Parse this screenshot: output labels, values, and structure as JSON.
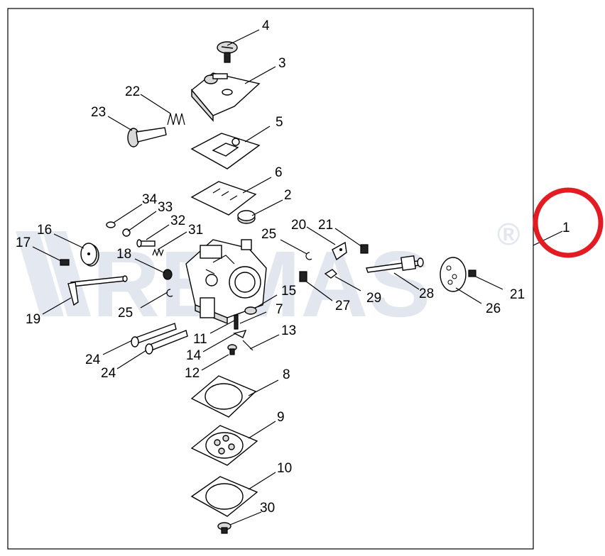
{
  "watermark": {
    "text": "REMAS",
    "registered": "®"
  },
  "highlight": {
    "color": "#e31b23",
    "target_label": "1"
  },
  "callouts": [
    {
      "key": "c4",
      "label": "4"
    },
    {
      "key": "c3",
      "label": "3"
    },
    {
      "key": "c22",
      "label": "22"
    },
    {
      "key": "c23",
      "label": "23"
    },
    {
      "key": "c5",
      "label": "5"
    },
    {
      "key": "c6",
      "label": "6"
    },
    {
      "key": "c34",
      "label": "34"
    },
    {
      "key": "c33",
      "label": "33"
    },
    {
      "key": "c2",
      "label": "2"
    },
    {
      "key": "c32",
      "label": "32"
    },
    {
      "key": "c31",
      "label": "31"
    },
    {
      "key": "c16",
      "label": "16"
    },
    {
      "key": "c17",
      "label": "17"
    },
    {
      "key": "c18",
      "label": "18"
    },
    {
      "key": "c19",
      "label": "19"
    },
    {
      "key": "c25a",
      "label": "25"
    },
    {
      "key": "c25b",
      "label": "25"
    },
    {
      "key": "c20",
      "label": "20"
    },
    {
      "key": "c21a",
      "label": "21"
    },
    {
      "key": "c21b",
      "label": "21"
    },
    {
      "key": "c1",
      "label": "1"
    },
    {
      "key": "c15",
      "label": "15"
    },
    {
      "key": "c7",
      "label": "7"
    },
    {
      "key": "c27",
      "label": "27"
    },
    {
      "key": "c29",
      "label": "29"
    },
    {
      "key": "c28",
      "label": "28"
    },
    {
      "key": "c26",
      "label": "26"
    },
    {
      "key": "c13",
      "label": "13"
    },
    {
      "key": "c11",
      "label": "11"
    },
    {
      "key": "c14",
      "label": "14"
    },
    {
      "key": "c12",
      "label": "12"
    },
    {
      "key": "c24a",
      "label": "24"
    },
    {
      "key": "c24b",
      "label": "24"
    },
    {
      "key": "c8",
      "label": "8"
    },
    {
      "key": "c9",
      "label": "9"
    },
    {
      "key": "c10",
      "label": "10"
    },
    {
      "key": "c30",
      "label": "30"
    }
  ]
}
